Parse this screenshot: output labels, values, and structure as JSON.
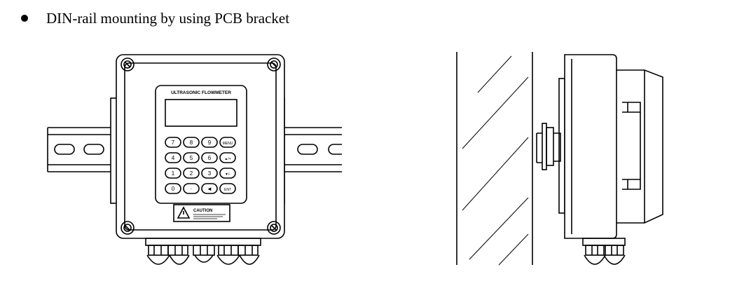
{
  "caption": "DIN-rail mounting by using PCB bracket",
  "front_view": {
    "brand_label": "ULTRASONIC FLOWMETER",
    "caution_title": "CAUTION",
    "keys": [
      "7",
      "8",
      "9",
      "MENU",
      "4",
      "5",
      "6",
      "▲/+",
      "1",
      "2",
      "3",
      "▼/-",
      "0",
      "·",
      "◄",
      "ENT"
    ]
  }
}
